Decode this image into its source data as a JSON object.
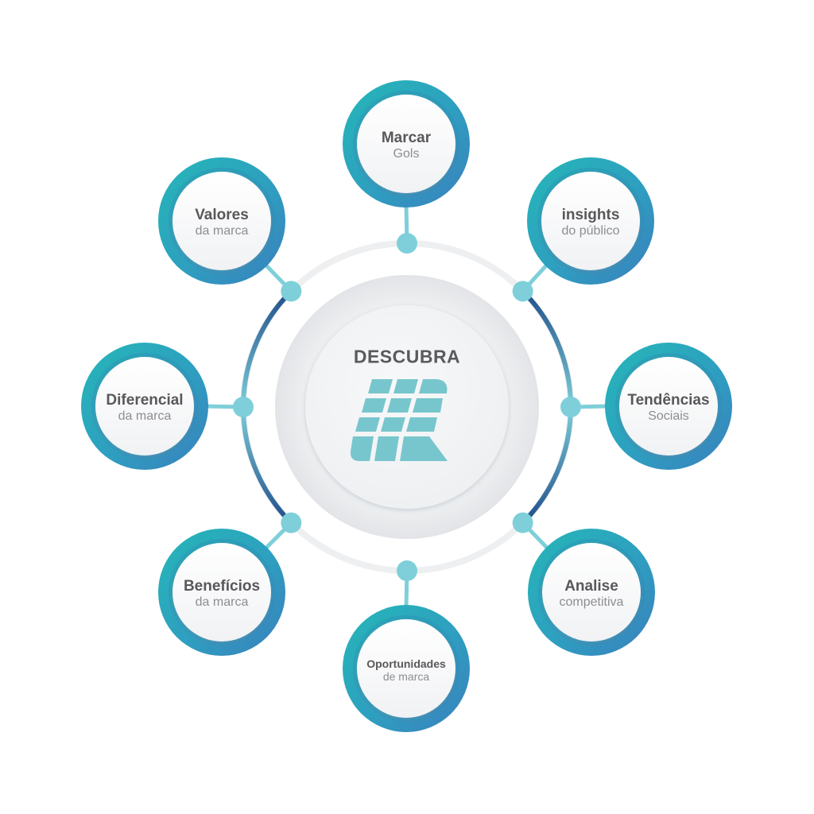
{
  "center": {
    "title": "DESCUBRA",
    "logo_icon": "grid-speech-bubble-logo"
  },
  "nodes": [
    {
      "id": "marcar-gols",
      "title": "Marcar",
      "subtitle": "Gols"
    },
    {
      "id": "insights-publico",
      "title": "insights",
      "subtitle": "do público"
    },
    {
      "id": "tendencias-sociais",
      "title": "Tendências",
      "subtitle": "Sociais"
    },
    {
      "id": "analise-competitiva",
      "title": "Analise",
      "subtitle": "competitiva"
    },
    {
      "id": "oportunidades-marca",
      "title": "Oportunidades",
      "subtitle": "de marca"
    },
    {
      "id": "beneficios-marca",
      "title": "Benefícios",
      "subtitle": "da marca"
    },
    {
      "id": "diferencial-marca",
      "title": "Diferencial",
      "subtitle": "da marca"
    },
    {
      "id": "valores-marca",
      "title": "Valores",
      "subtitle": "da marca"
    }
  ],
  "colors": {
    "teal": "#25b3b9",
    "blue": "#3a86bd",
    "light_teal": "#7ecfd9",
    "dark_navy": "#1f4d8a",
    "ring_gray": "#eeeff1",
    "title_text": "#58585a",
    "subtitle_text": "#8d8e91",
    "logo": "#78c6cd"
  }
}
